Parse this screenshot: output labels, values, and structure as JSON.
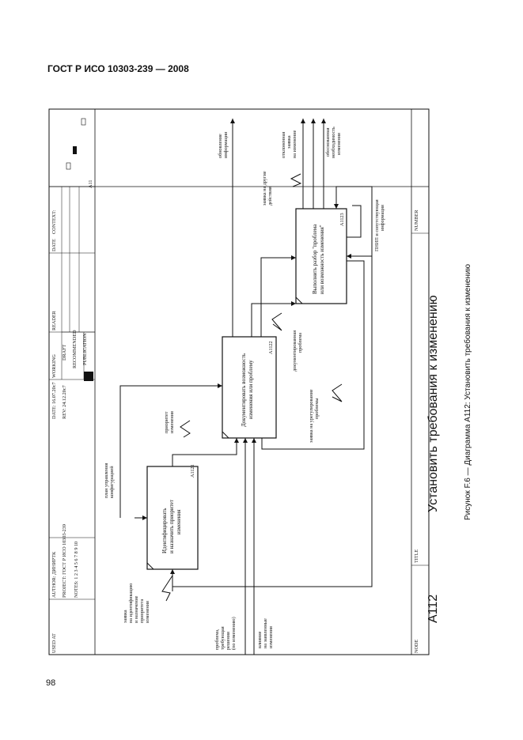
{
  "document": {
    "header": "ГОСТ Р ИСО 10303-239 — 2008",
    "page_number": "98",
    "caption": "Рисунок F.6 — Диаграмма А112: Установить требования к изменению"
  },
  "frame": {
    "used_at": "USED AT",
    "author": "AUTHOR: ДИНИРТК",
    "project": "PROJECT: ГОСТ Р ИСО 10303-239",
    "notes": "NOTES: 1 2 3 4 5 6 7 8 9 10",
    "date": "DATE: 16.07.20с7",
    "rev": "REV: 24.12.20с7",
    "working": "WORKING",
    "draft": "DRAFT",
    "recommended": "RECOMMENDED",
    "publication": "PUBLICATION",
    "reader": "READER",
    "date2": "DATE",
    "context": "CONTEXT:",
    "context_node": "A11",
    "node_label": "NODE",
    "node_value": "A112",
    "title_label": "TITLE",
    "title_value": "Установить требования к изменению",
    "number_label": "NUMBER"
  },
  "activities": [
    {
      "label_1": "Идентифицировать",
      "label_2": "и назначить приоритет",
      "label_3": "изменения",
      "node": "A1121"
    },
    {
      "label_1": "Документировать возможность",
      "label_2": "изменения или проблему",
      "label_3": "",
      "node": "A1122"
    },
    {
      "label_1": "Выполнить разбор \"проблема",
      "label_2": "или возможность изменения\"",
      "label_3": "",
      "node": "A1123"
    }
  ],
  "arrows": {
    "input_1": [
      "заявка",
      "на идентификацию",
      "и назначение",
      "приоритета",
      "изменения"
    ],
    "input_2": [
      "проблема,",
      "требующая",
      "решения",
      "(по изменению)"
    ],
    "input_3": [
      "влияние",
      "на заявленные",
      "изменения"
    ],
    "control_1": [
      "план управления",
      "конфигурацией"
    ],
    "prioritized": [
      "приоритет",
      "изменения"
    ],
    "doc_problem": [
      "документированная",
      "проблема"
    ],
    "request_resolve": [
      "заявка на урегулирование",
      "проблемы"
    ],
    "output_info": [
      "обновление",
      "информации"
    ],
    "request_other": [
      "заявка на другие",
      "действия"
    ],
    "rejected": [
      "отклоненная",
      "заявка",
      "на изменение"
    ],
    "justified": [
      "обоснованная",
      "необходимость",
      "изменения"
    ],
    "mech": [
      "ПНИП и сопутствующая",
      "информация"
    ]
  }
}
